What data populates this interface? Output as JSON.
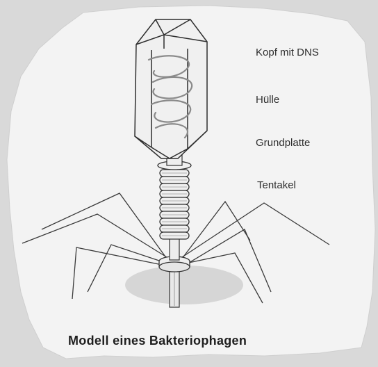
{
  "labels": {
    "head": "Kopf mit DNS",
    "sheath": "Hülle",
    "baseplate": "Grundplatte",
    "tentacles": "Tentakel"
  },
  "caption": "Modell eines Bakteriophagen",
  "colors": {
    "background": "#d9d9d9",
    "paper": "#f3f3f3",
    "ink": "#333333"
  }
}
